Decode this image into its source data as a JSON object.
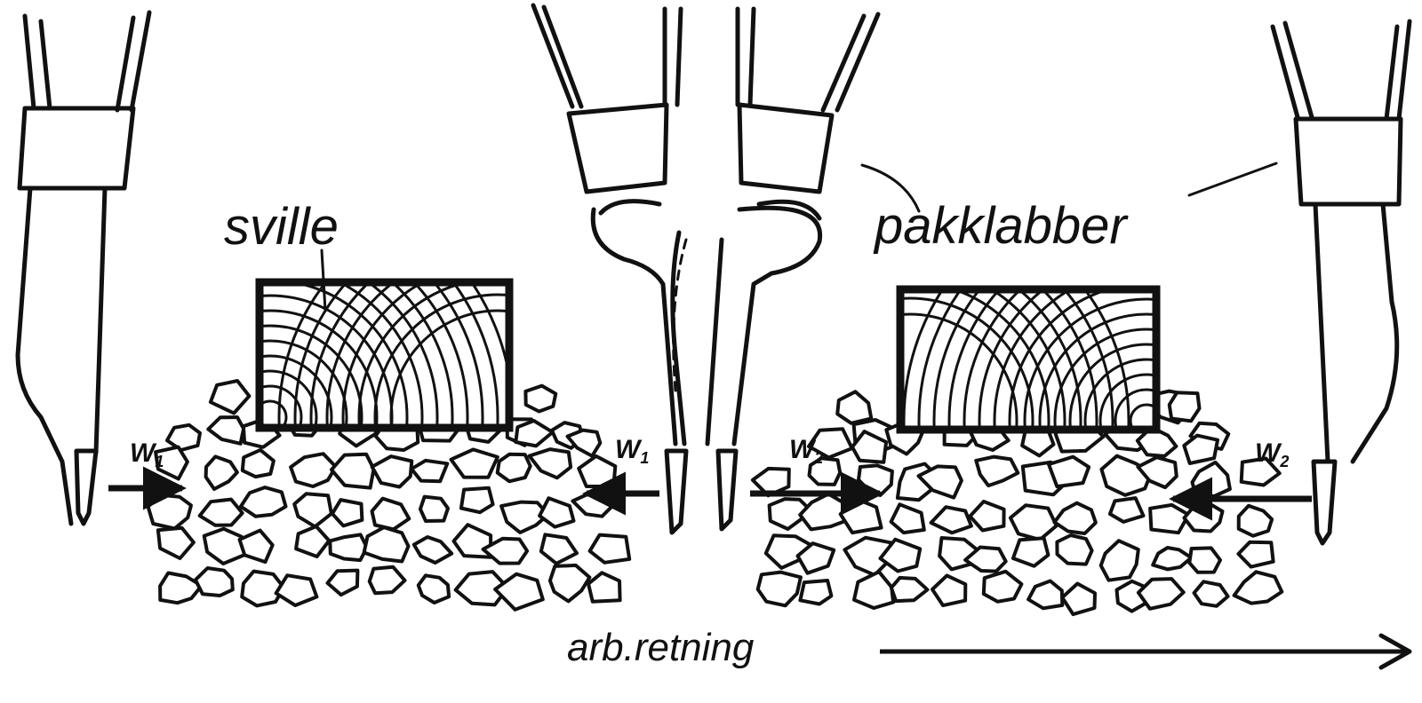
{
  "labels": {
    "sleeper": "sville",
    "tamping_tines": "pakklabber",
    "direction": "arb.retning",
    "force1": "W",
    "force1_sub": "1",
    "force2": "W",
    "force2_sub": "2"
  }
}
